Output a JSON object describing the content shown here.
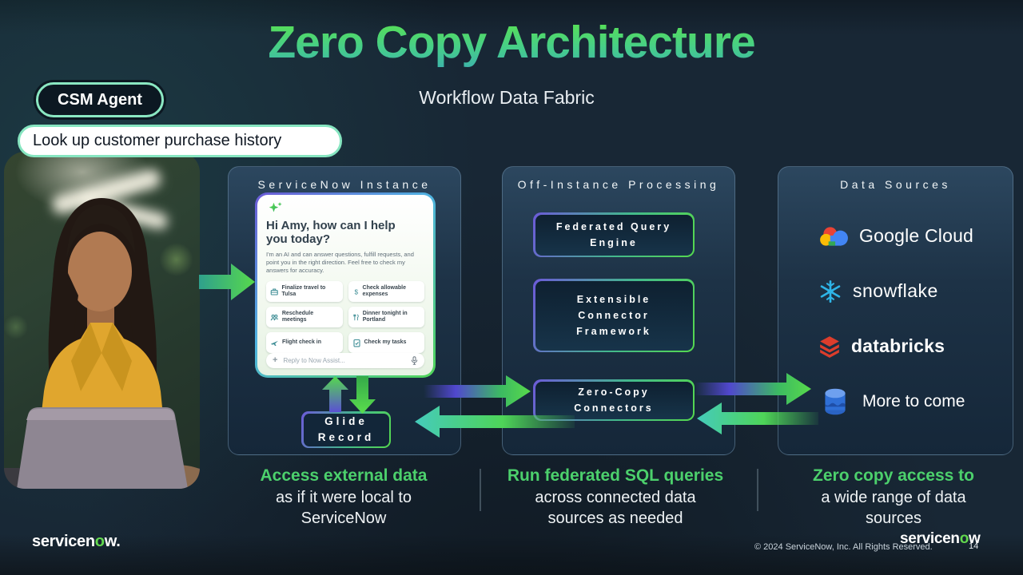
{
  "colors": {
    "accent_green": "#4cd06c",
    "title_gradient_top": "#5ae24d",
    "title_gradient_bottom": "#3db4ab",
    "arrow_purple": "#5148ce",
    "arrow_green": "#58da4b",
    "arrow_teal": "#45cbbb",
    "mint_border": "#8ae7c2",
    "snowflake_blue": "#2eb5e8",
    "databricks_red": "#dc3d2c",
    "database_blue": "#2f6fd6",
    "google_blue": "#4285f4",
    "google_red": "#ea4335",
    "google_yellow": "#fbbc05",
    "google_green": "#34a853"
  },
  "header": {
    "title": "Zero Copy Architecture",
    "subtitle": "Workflow Data Fabric"
  },
  "agent": {
    "badge": "CSM Agent",
    "query": "Look up customer purchase history"
  },
  "panels": {
    "instance": {
      "title": "ServiceNow Instance",
      "chat": {
        "sparkle_icon": "sparkle-icon",
        "greeting": "Hi Amy, how can I help you today?",
        "description": "I'm an AI and can answer questions, fulfill requests, and point you in the right direction. Feel free to check my answers for accuracy.",
        "chips": [
          {
            "icon": "briefcase-icon",
            "label": "Finalize travel to Tulsa"
          },
          {
            "icon": "dollar-icon",
            "label": "Check allowable expenses"
          },
          {
            "icon": "meeting-icon",
            "label": "Reschedule meetings"
          },
          {
            "icon": "dining-icon",
            "label": "Dinner tonight in Portland"
          },
          {
            "icon": "plane-icon",
            "label": "Flight check in"
          },
          {
            "icon": "tasks-icon",
            "label": "Check my tasks"
          }
        ],
        "input_plus": "+",
        "input_placeholder": "Reply to Now Assist...",
        "mic_icon": "microphone-icon"
      },
      "glide_record": "Glide Record"
    },
    "off_instance": {
      "title": "Off-Instance Processing",
      "boxes": [
        "Federated Query Engine",
        "Extensible Connector Framework",
        "Zero-Copy Connectors"
      ]
    },
    "data_sources": {
      "title": "Data Sources",
      "items": [
        {
          "icon": "google-cloud-logo",
          "label": "Google Cloud"
        },
        {
          "icon": "snowflake-logo",
          "label": "snowflake"
        },
        {
          "icon": "databricks-logo",
          "label": "databricks"
        },
        {
          "icon": "database-icon",
          "label": "More to come"
        }
      ]
    }
  },
  "captions": [
    {
      "head": "Access external data",
      "line2": "as if it were local to",
      "line3": "ServiceNow"
    },
    {
      "head": "Run federated SQL queries",
      "line2": "across connected data",
      "line3": "sources as needed"
    },
    {
      "head": "Zero copy access to",
      "line2": "a wide range of data",
      "line3": "sources"
    }
  ],
  "footer": {
    "logo_a": "servicen",
    "logo_o": "o",
    "logo_b": "w",
    "logo_dot": ".",
    "copyright": "© 2024 ServiceNow, Inc. All Rights Reserved.",
    "page_number": "14"
  }
}
